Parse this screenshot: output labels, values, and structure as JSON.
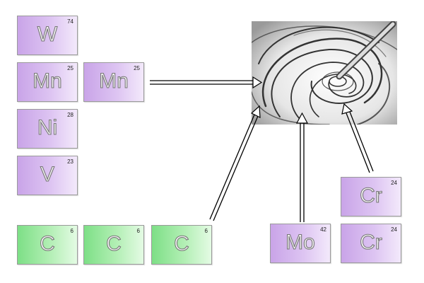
{
  "elements": [
    {
      "id": "w",
      "symbol": "W",
      "number": "74",
      "color": "purple"
    },
    {
      "id": "mn1",
      "symbol": "Mn",
      "number": "25",
      "color": "purple"
    },
    {
      "id": "mn2",
      "symbol": "Mn",
      "number": "25",
      "color": "purple"
    },
    {
      "id": "ni",
      "symbol": "Ni",
      "number": "28",
      "color": "purple"
    },
    {
      "id": "v",
      "symbol": "V",
      "number": "23",
      "color": "purple"
    },
    {
      "id": "c1",
      "symbol": "C",
      "number": "6",
      "color": "green"
    },
    {
      "id": "c2",
      "symbol": "C",
      "number": "6",
      "color": "green"
    },
    {
      "id": "c3",
      "symbol": "C",
      "number": "6",
      "color": "green"
    },
    {
      "id": "mo",
      "symbol": "Mo",
      "number": "42",
      "color": "purple"
    },
    {
      "id": "cr1",
      "symbol": "Cr",
      "number": "24",
      "color": "purple"
    },
    {
      "id": "cr2",
      "symbol": "Cr",
      "number": "24",
      "color": "purple"
    }
  ],
  "colors": {
    "purple": "#c9a4e8",
    "green": "#7ddf86",
    "arrow": "#000000"
  },
  "mixing_image": {
    "icon": "swirl-mixing-icon"
  }
}
